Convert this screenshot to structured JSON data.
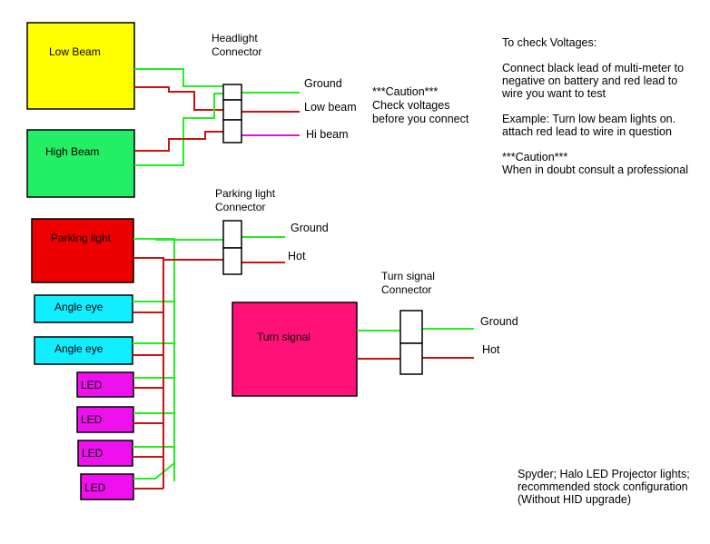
{
  "colors": {
    "wire_green": "#22ee22",
    "wire_red": "#cc1111",
    "wire_magenta": "#cc22cc",
    "low_beam": "#ffff00",
    "high_beam": "#22ee66",
    "parking": "#ee0000",
    "angle_eye": "#11eeff",
    "led": "#ee11ee",
    "turn_signal": "#ff1177"
  },
  "components": {
    "low_beam": "Low Beam",
    "high_beam": "High Beam",
    "parking_light": "Parking light",
    "angle_eye_1": "Angle eye",
    "angle_eye_2": "Angle eye",
    "led_1": "LED",
    "led_2": "LED",
    "led_3": "LED",
    "led_4": "LED",
    "turn_signal": "Turn signal"
  },
  "connectors": {
    "headlight": {
      "title_1": "Headlight",
      "title_2": "Connector",
      "pin_ground": "Ground",
      "pin_low": "Low beam",
      "pin_hi": "Hi beam"
    },
    "parking": {
      "title_1": "Parking light",
      "title_2": "Connector",
      "pin_ground": "Ground",
      "pin_hot": "Hot"
    },
    "turn": {
      "title_1": "Turn signal",
      "title_2": "Connector",
      "pin_ground": "Ground",
      "pin_hot": "Hot"
    }
  },
  "notes": {
    "caution_center": [
      "***Caution***",
      "Check voltages",
      "before you connect"
    ],
    "instructions": [
      "To check Voltages:",
      "Connect black lead of multi-meter to",
      "negative on battery and red lead to",
      "wire you want to test",
      "Example: Turn low beam lights on.",
      "attach red lead to wire in question",
      "***Caution***",
      "When in doubt consult a professional"
    ],
    "footer": [
      "Spyder; Halo LED Projector lights;",
      "recommended stock configuration",
      "(Without HID upgrade)"
    ]
  }
}
